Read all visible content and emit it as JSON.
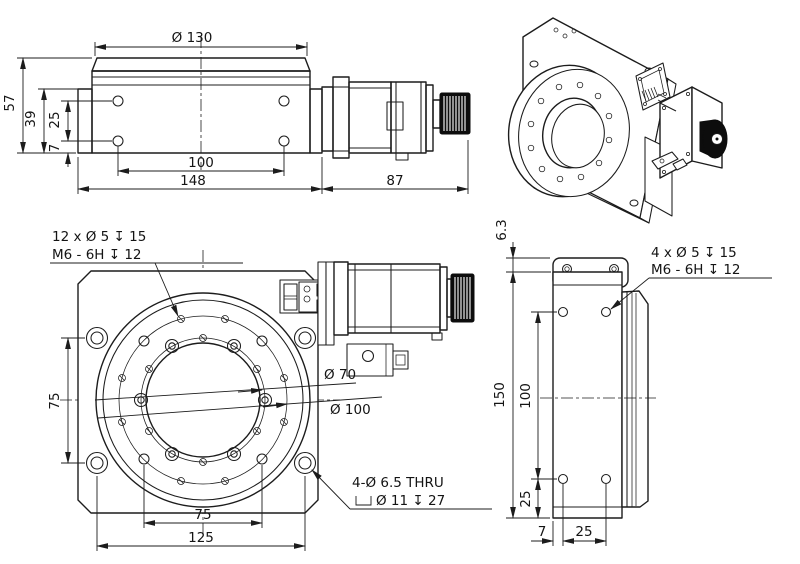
{
  "title": "Motorized rotary stage engineering drawing",
  "colors": {
    "line": "#1c1c1c",
    "background": "#ffffff",
    "knob": "#0d0d0d"
  },
  "views": {
    "front": {
      "dia_table": "Ø 130",
      "height_total": "57",
      "height_plate": "39",
      "hole_spacing_v": "25",
      "hole_offset": "7",
      "hole_spacing_h": "100",
      "body_length": "148",
      "motor_length": "87"
    },
    "plan": {
      "note_pattern_1": "12 x Ø 5 ↧ 15",
      "note_pattern_2": "M6 - 6H ↧ 12",
      "dia_inner_circle": "Ø 70",
      "dia_outer_circle": "Ø 100",
      "hole_spacing_v": "75",
      "hole_spacing_h": "75",
      "corner_hole_spacing": "125",
      "note_corner_1": "4-Ø 6.5 THRU",
      "note_corner_2": "Ø 11 ↧ 27"
    },
    "side": {
      "top_gap": "6.3",
      "note_pattern_1": "4 x Ø 5 ↧ 15",
      "note_pattern_2": "M6 - 6H ↧ 12",
      "height_total": "150",
      "hole_spacing_v": "100",
      "hole_offset_v": "25",
      "edge_offset": "7",
      "hole_spacing_h": "25"
    }
  }
}
